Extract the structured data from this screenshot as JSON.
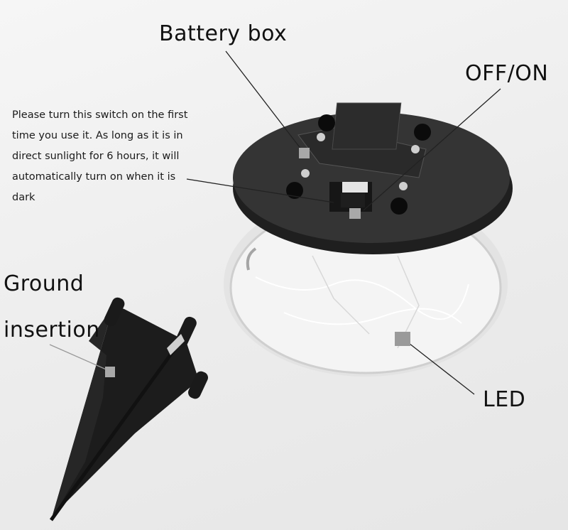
{
  "labels": {
    "battery_box": "Battery box",
    "off_on": "OFF/ON",
    "ground": "Ground",
    "insertion": "insertion",
    "led": "LED"
  },
  "instruction": {
    "lines": [
      "Please turn this switch on the first",
      "time you use it. As long as it is in",
      "direct sunlight for 6 hours, it will",
      "automatically turn on when it is",
      "dark"
    ]
  },
  "colors": {
    "background": "#efefef",
    "lid": "#2e2e2e",
    "stake": "#1c1c1c",
    "marker": "#a8a8a8",
    "text": "#111111"
  }
}
